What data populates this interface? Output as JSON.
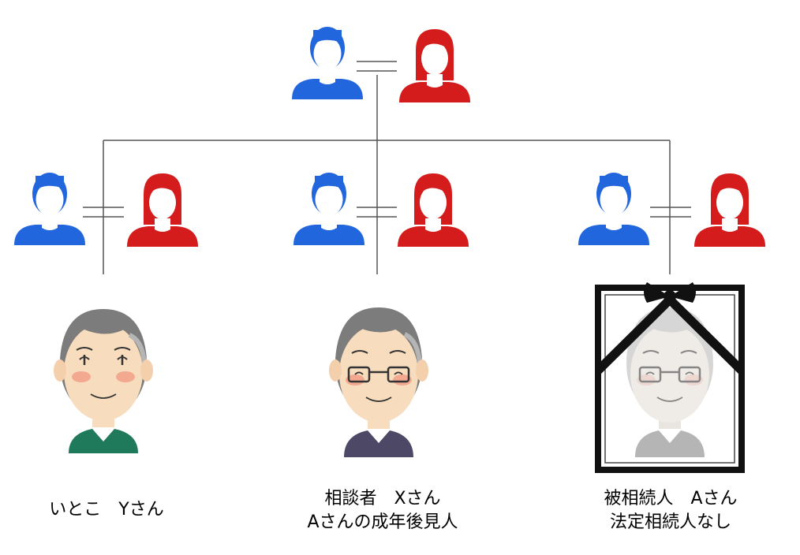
{
  "diagram": {
    "colors": {
      "male": "#2266dd",
      "female": "#d41c1c",
      "line": "#555555",
      "frame": "#111111",
      "skin": "#f7dcbd",
      "hair": "#7c7c7c"
    },
    "people": {
      "cousin": {
        "label": "いとこ　Yさん",
        "shirt": "#1f7a5c"
      },
      "consultant": {
        "label_line1": "相談者　Xさん",
        "label_line2": "Aさんの成年後見人",
        "shirt": "#4d4866"
      },
      "deceased": {
        "label_line1": "被相続人　Aさん",
        "label_line2": "法定相続人なし"
      }
    }
  }
}
